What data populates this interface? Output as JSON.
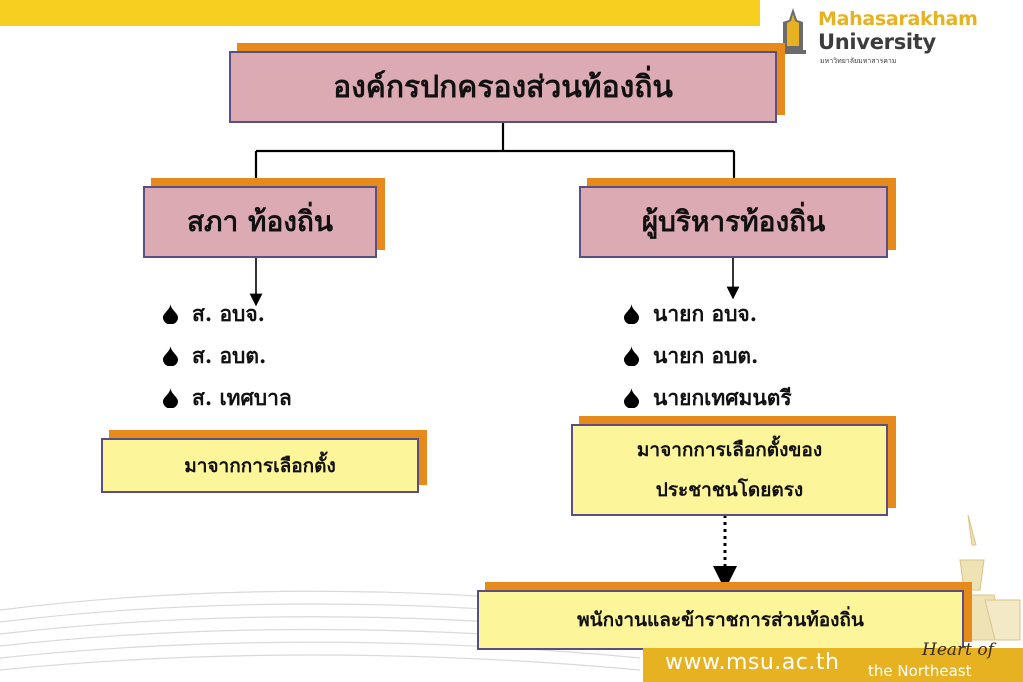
{
  "branding": {
    "university_line1": "Mahasarakham",
    "university_line2": "University",
    "university_thai": "มหาวิทยาลัยมหาสารคาม",
    "website": "www.msu.ac.th",
    "slogan_heart": "Heart of",
    "slogan_region": "the Northeast"
  },
  "colors": {
    "top_bar": "#f7cf1e",
    "pink_box": "#dcaab3",
    "yellow_box": "#fdf59a",
    "box_shadow": "#e58a1b",
    "box_border": "#5a4e82"
  },
  "diagram": {
    "root": {
      "label": "องค์กรปกครองส่วนท้องถิ่น"
    },
    "council": {
      "label": "สภา ท้องถิ่น",
      "members": [
        "ส. อบจ.",
        "ส. อบต.",
        "ส. เทศบาล"
      ],
      "origin": "มาจากการเลือกตั้ง"
    },
    "executive": {
      "label": "ผู้บริหารท้องถิ่น",
      "members": [
        "นายก อบจ.",
        "นายก อบต.",
        "นายกเทศมนตรี"
      ],
      "origin_line1": "มาจากการเลือกตั้งของ",
      "origin_line2": "ประชาชนโดยตรง"
    },
    "staff": {
      "label": "พนักงานและข้าราชการส่วนท้องถิ่น"
    }
  }
}
